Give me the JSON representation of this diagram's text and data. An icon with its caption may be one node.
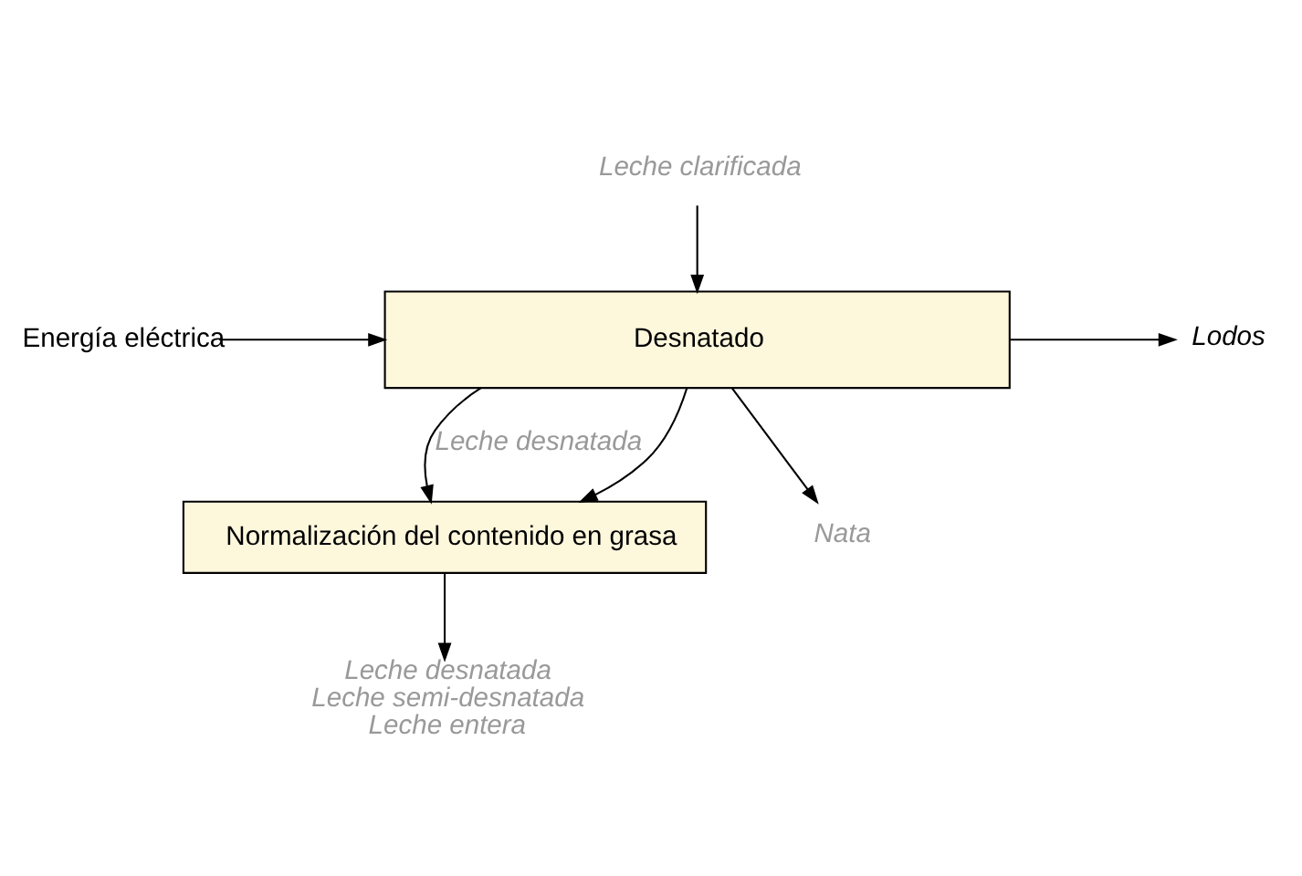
{
  "diagram": {
    "nodes": [
      {
        "text": [
          "Leche clarificada"
        ]
      },
      {
        "text": [
          "Energía eléctrica"
        ]
      },
      {
        "text": [
          "Desnatado"
        ]
      },
      {
        "text": [
          "Lodos"
        ]
      },
      {
        "text": [
          "Normalización del contenido en grasa"
        ]
      },
      {
        "text": [
          "Nata"
        ]
      },
      {
        "text": [
          "Leche desnatada",
          "Leche semi-desnatada",
          "Leche entera"
        ]
      }
    ],
    "edges": [
      {
        "from": 0,
        "to": 2,
        "arrow": "to"
      },
      {
        "from": 1,
        "to": 2,
        "arrow": "to"
      },
      {
        "from": 2,
        "to": 3,
        "arrow": "to"
      },
      {
        "from": 2,
        "to": 4,
        "arrow": "to",
        "label": "Leche desnatada"
      },
      {
        "from": 2,
        "to": 5,
        "arrow": "to"
      },
      {
        "from": 2,
        "to": 4,
        "arrow": "to"
      },
      {
        "from": 4,
        "to": 6,
        "arrow": "to"
      }
    ]
  }
}
